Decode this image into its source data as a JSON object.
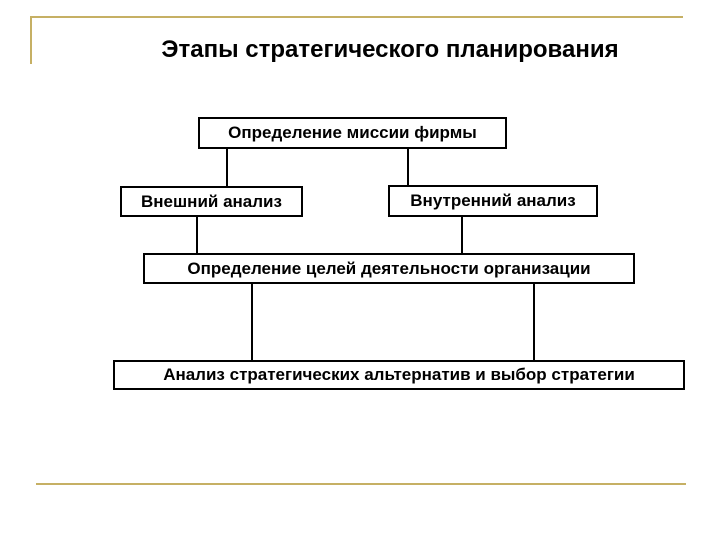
{
  "slide": {
    "title": "Этапы стратегического планирования",
    "accent_color": "#C6B064",
    "box_border_color": "#000000",
    "nodes": [
      {
        "id": "mission",
        "label": "Определение миссии фирмы"
      },
      {
        "id": "external",
        "label": "Внешний анализ"
      },
      {
        "id": "internal",
        "label": "Внутренний анализ"
      },
      {
        "id": "goals",
        "label": "Определение целей деятельности организации"
      },
      {
        "id": "alternatives",
        "label": "Анализ стратегических альтернатив и выбор стратегии"
      }
    ],
    "edges": [
      {
        "from": "mission",
        "to": "external"
      },
      {
        "from": "mission",
        "to": "internal"
      },
      {
        "from": "external",
        "to": "goals"
      },
      {
        "from": "internal",
        "to": "goals"
      },
      {
        "from": "goals",
        "to": "alternatives"
      },
      {
        "from": "goals",
        "to": "alternatives"
      }
    ]
  }
}
